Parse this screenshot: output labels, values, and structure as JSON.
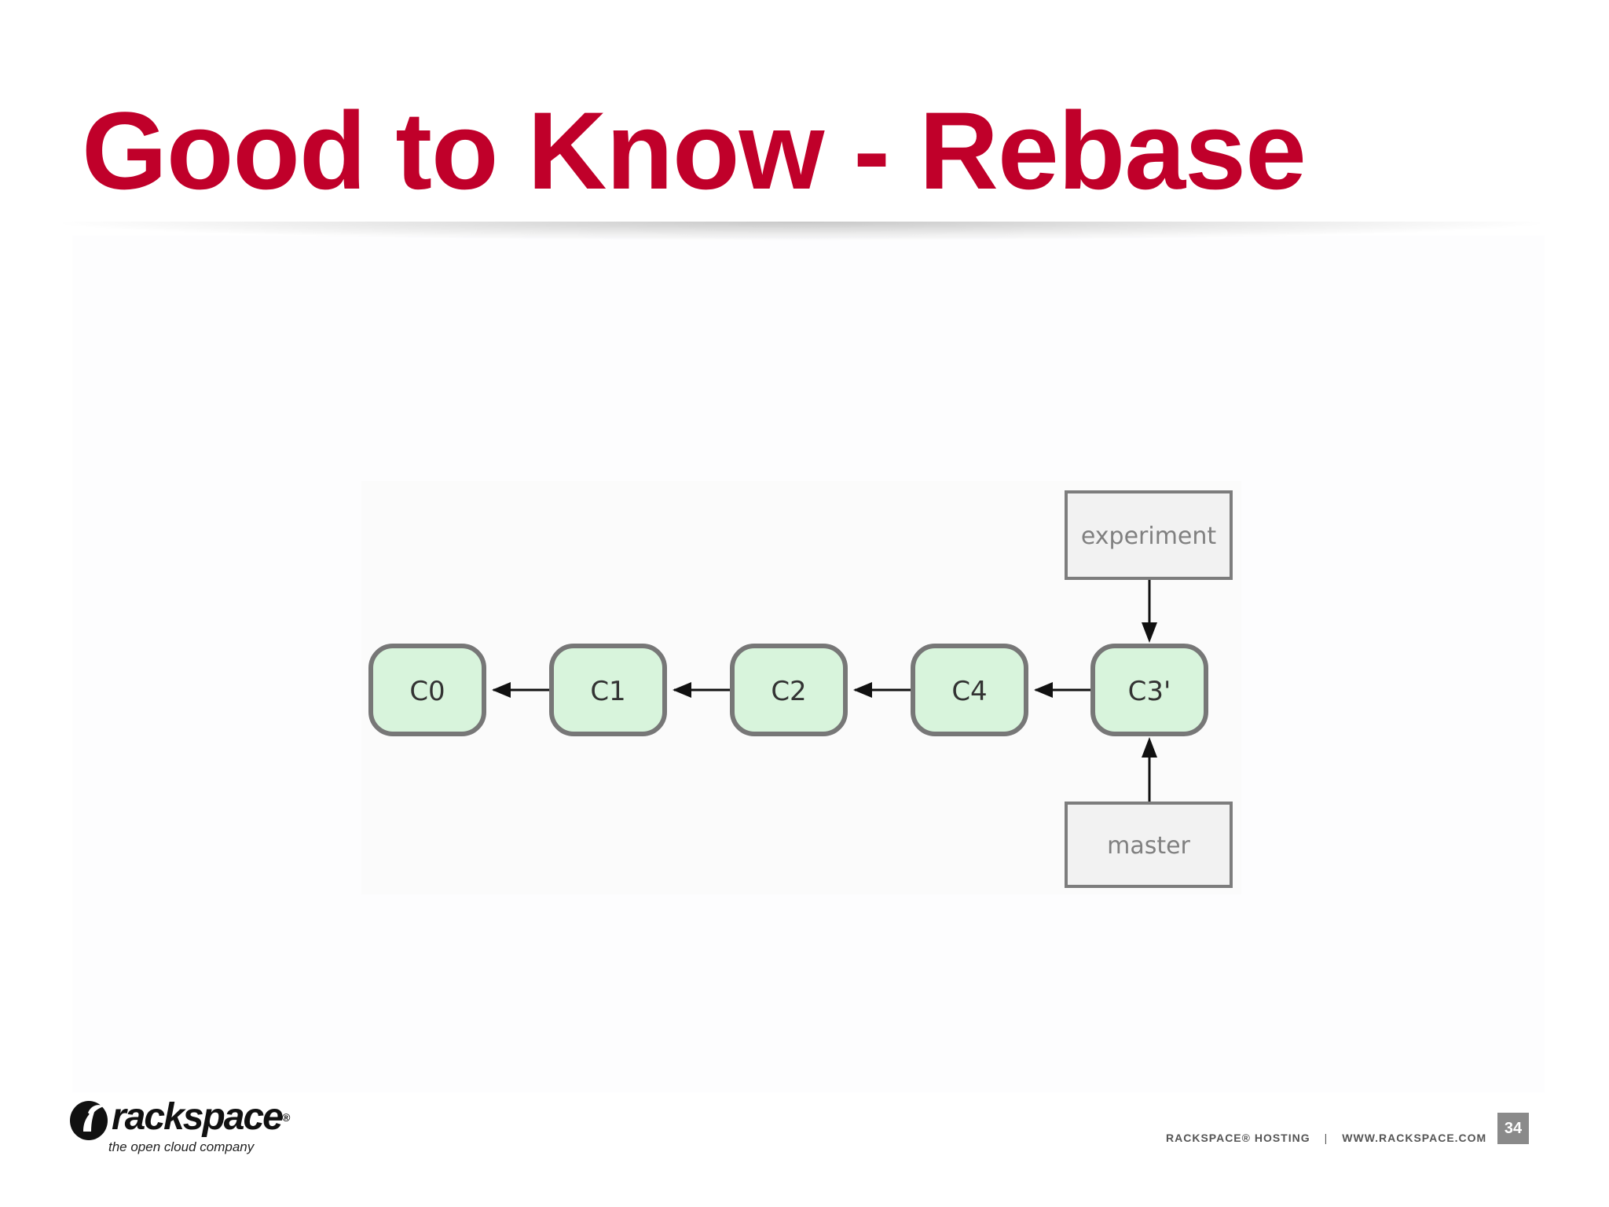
{
  "slide": {
    "title": "Good to Know - Rebase",
    "page_number": "34"
  },
  "diagram": {
    "commits": [
      {
        "id": "c0",
        "label": "C0"
      },
      {
        "id": "c1",
        "label": "C1"
      },
      {
        "id": "c2",
        "label": "C2"
      },
      {
        "id": "c4",
        "label": "C4"
      },
      {
        "id": "c3p",
        "label": "C3'"
      }
    ],
    "refs": {
      "experiment": "experiment",
      "master": "master"
    },
    "colors": {
      "commit_fill": "#d8f4dc",
      "commit_stroke": "#777777",
      "ref_fill": "#f2f2f2",
      "ref_stroke": "#7d7d7d",
      "arrow": "#111111"
    }
  },
  "footer": {
    "left_text": "RACKSPACE® HOSTING",
    "separator": "|",
    "right_text": "WWW.RACKSPACE.COM"
  },
  "logo": {
    "wordmark": "rackspace",
    "tagline": "the open cloud company"
  }
}
